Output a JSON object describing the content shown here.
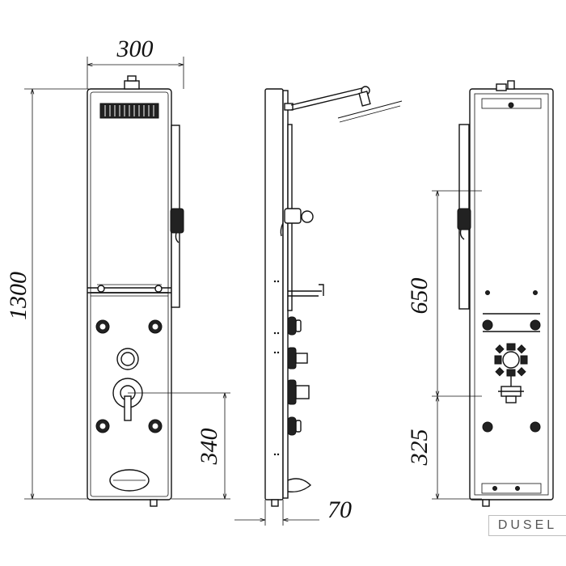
{
  "dimensions": {
    "width": "300",
    "height": "1300",
    "upper_section": "650",
    "lower_section": "325",
    "mixer_height": "340",
    "depth": "70"
  },
  "brand": "DUSEL"
}
